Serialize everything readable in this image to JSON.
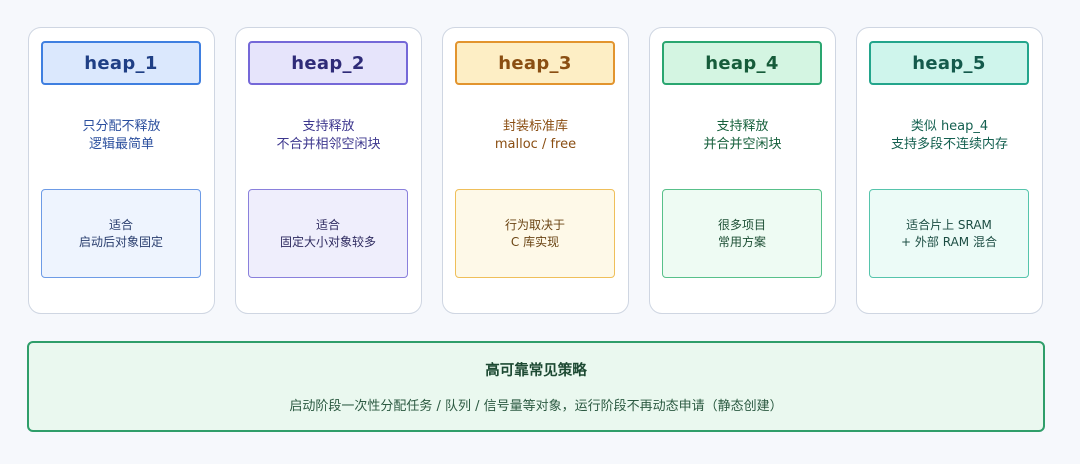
{
  "cards": [
    {
      "title": "heap_1",
      "desc_lines": [
        "只分配不释放",
        "逻辑最简单"
      ],
      "note_lines": [
        "适合",
        "启动后对象固定"
      ]
    },
    {
      "title": "heap_2",
      "desc_lines": [
        "支持释放",
        "不合并相邻空闲块"
      ],
      "note_lines": [
        "适合",
        "固定大小对象较多"
      ]
    },
    {
      "title": "heap_3",
      "desc_lines": [
        "封装标准库",
        "malloc / free"
      ],
      "note_lines": [
        "行为取决于",
        "C 库实现"
      ]
    },
    {
      "title": "heap_4",
      "desc_lines": [
        "支持释放",
        "并合并空闲块"
      ],
      "note_lines": [
        "很多项目",
        "常用方案"
      ]
    },
    {
      "title": "heap_5",
      "desc_lines": [
        "类似 heap_4",
        "支持多段不连续内存"
      ],
      "note_lines": [
        "适合片上 SRAM",
        "+ 外部 RAM 混合"
      ]
    }
  ],
  "summary": {
    "title": "高可靠常见策略",
    "text": "启动阶段一次性分配任务 / 队列 / 信号量等对象，运行阶段不再动态申请（静态创建）"
  },
  "colors": {
    "heap_1": "#3f7fe0",
    "heap_2": "#7568d8",
    "heap_3": "#e2942e",
    "heap_4": "#2aa670",
    "heap_5": "#23a58c",
    "summary_border": "#2f9e6a"
  }
}
